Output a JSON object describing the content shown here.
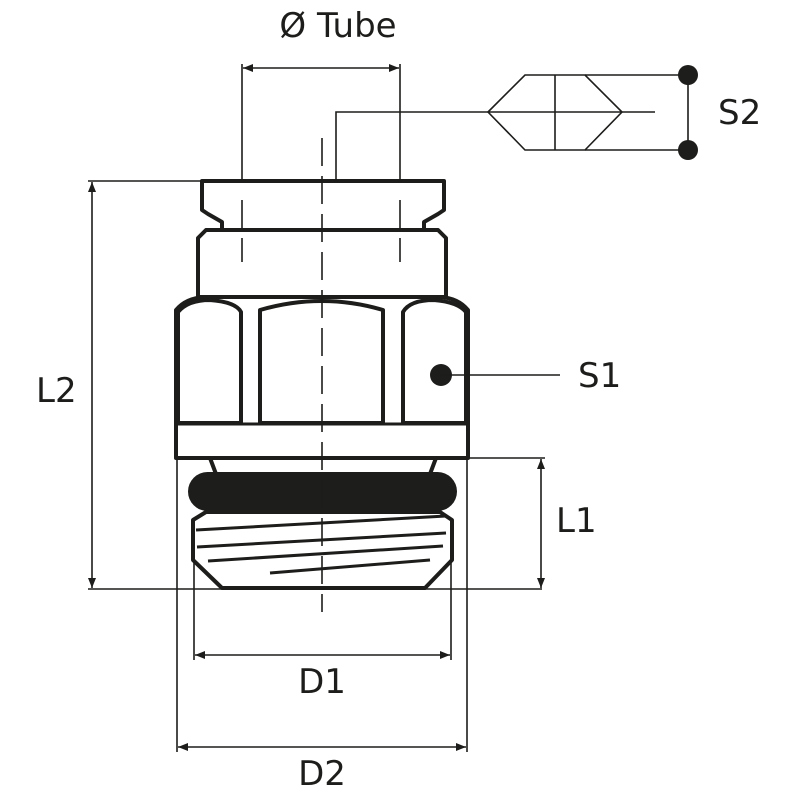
{
  "title": "Push-in fitting dimension drawing",
  "labels": {
    "tube": "Ø Tube",
    "s2": "S2",
    "s1": "S1",
    "l2": "L2",
    "l1": "L1",
    "d1": "D1",
    "d2": "D2"
  },
  "colors": {
    "ink": "#1d1d1b",
    "background": "#ffffff"
  }
}
